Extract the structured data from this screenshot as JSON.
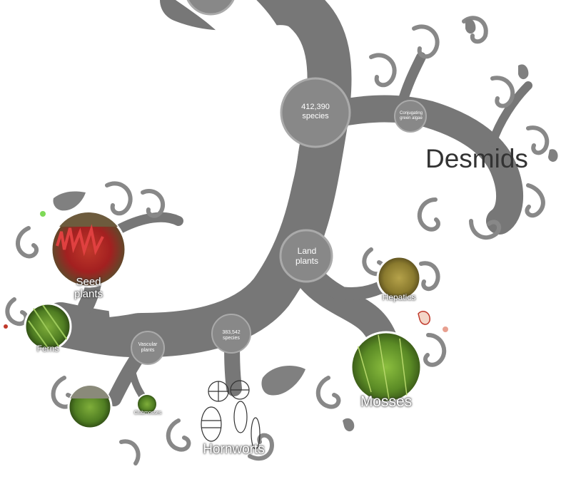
{
  "nodes": {
    "streptophyta": {
      "count": "412,390",
      "unit": "species"
    },
    "conjugating": {
      "label": "Conjugating green algae"
    },
    "desmids": {
      "label": "Desmids"
    },
    "land_plants": {
      "label": "Land plants"
    },
    "embryophyta_count": {
      "count": "383,542",
      "unit": "species"
    },
    "vascular": {
      "label": "Vascular plants"
    },
    "seed_plants": {
      "label": "Seed plants"
    },
    "ferns": {
      "label": "Ferns"
    },
    "clubmosses": {
      "label": "Clubmosses"
    },
    "hepatics": {
      "label": "Hepatics"
    },
    "mosses": {
      "label": "Mosses"
    },
    "hornworts": {
      "label": "Hornworts"
    }
  },
  "colors": {
    "branch": "#777777",
    "node": "#888888",
    "node_ring": "#aaaaaa",
    "leaf": "#808080",
    "background": "#ffffff"
  },
  "icons": [
    "leaf-icon",
    "moss-photo",
    "fern-photo",
    "seed-plant-photo",
    "hepatic-photo",
    "clubmoss-photo",
    "hornwort-sketch"
  ]
}
